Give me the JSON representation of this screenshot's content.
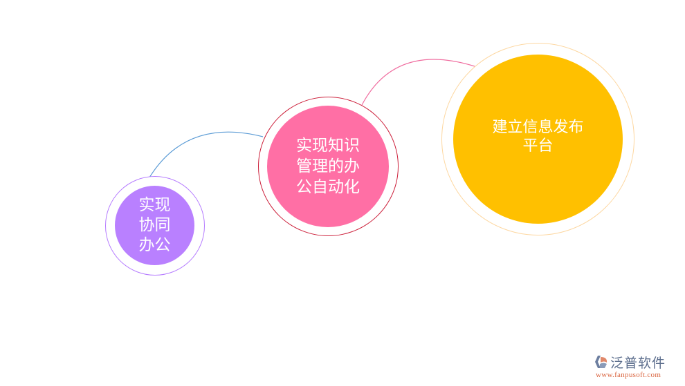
{
  "diagram": {
    "nodes": [
      {
        "id": "n1",
        "label": "实现\n协同\n办公",
        "fill_color": "#b980ff",
        "ring_color": "#b57bff"
      },
      {
        "id": "n2",
        "label": "实现知识\n管理的办\n公自动化",
        "fill_color": "#ff6fa5",
        "ring_color": "#cc1f3a"
      },
      {
        "id": "n3",
        "label": "建立信息发布\n平台",
        "fill_color": "#ffc000",
        "ring_color": "#fdd7a0"
      }
    ],
    "connectors": [
      {
        "from": "n1",
        "to": "n2",
        "color": "#5b9bd5"
      },
      {
        "from": "n2",
        "to": "n3",
        "color": "#f06ea0"
      }
    ]
  },
  "logo": {
    "name": "泛普软件",
    "url": "www.fanpusoft.com"
  }
}
